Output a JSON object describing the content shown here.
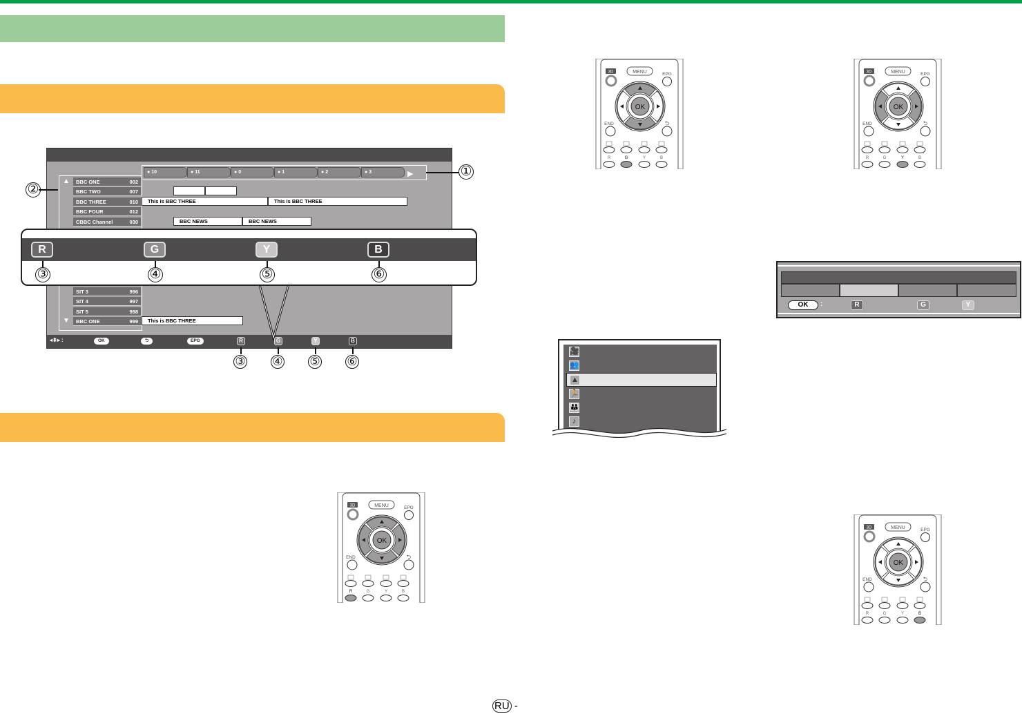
{
  "epg": {
    "timeline": [
      "10",
      "11",
      "0",
      "1",
      "2",
      "3"
    ],
    "channels_top": [
      {
        "name": "BBC ONE",
        "num": "002"
      },
      {
        "name": "BBC TWO",
        "num": "007"
      },
      {
        "name": "BBC THREE",
        "num": "010"
      },
      {
        "name": "BBC FOUR",
        "num": "012"
      },
      {
        "name": "CBBC Channel",
        "num": "030"
      }
    ],
    "channels_bottom": [
      {
        "name": "SIT 3",
        "num": "996"
      },
      {
        "name": "SIT 4",
        "num": "997"
      },
      {
        "name": "SIT 5",
        "num": "998"
      },
      {
        "name": "BBC ONE",
        "num": "999"
      }
    ],
    "programmes": {
      "three_a": "This is BBC THREE",
      "three_b": "This is BBC THREE",
      "news_a": "BBC NEWS",
      "news_b": "BBC NEWS",
      "one_999": "This is BBC THREE"
    },
    "footer": {
      "ok": "OK",
      "epg": "EPG",
      "back": "⮌",
      "colon": ":"
    },
    "color_keys": [
      "R",
      "G",
      "Y",
      "B"
    ],
    "callouts": [
      "①",
      "②",
      "③",
      "④",
      "⑤",
      "⑥"
    ]
  },
  "remote": {
    "3d": "3D",
    "menu": "MENU",
    "epg": "EPG",
    "ok": "OK",
    "end": "END",
    "colors": [
      "R",
      "G",
      "Y",
      "B"
    ]
  },
  "menu_panel": {
    "ok": "OK",
    "colon": ":",
    "keys": [
      "R",
      "G",
      "Y"
    ]
  },
  "page_marker": {
    "region": "RU",
    "dash": "-"
  },
  "colors": {
    "green_line": "#00a04a",
    "green_bar": "#9dcc9b",
    "orange_bar": "#fbbb4b",
    "screen_dark": "#4d4b4c",
    "screen_body": "#a8a6a7"
  }
}
